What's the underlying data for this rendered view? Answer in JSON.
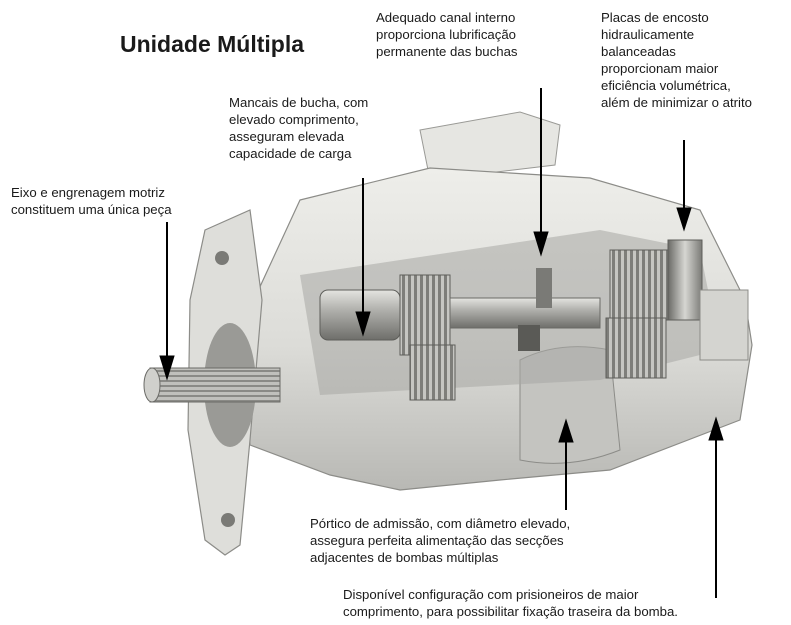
{
  "title": "Unidade Múltipla",
  "callouts": {
    "canal": {
      "lines": [
        "Adequado canal interno",
        "proporciona lubrificação",
        "permanente das buchas"
      ]
    },
    "placas": {
      "lines": [
        "Placas de encosto",
        "hidraulicamente",
        "balanceadas",
        "proporcionam maior",
        "eficiência volumétrica,",
        "além de minimizar o atrito"
      ]
    },
    "mancais": {
      "lines": [
        "Mancais de bucha, com",
        "elevado comprimento,",
        "asseguram elevada",
        "capacidade de carga"
      ]
    },
    "eixo": {
      "lines": [
        "Eixo e engrenagem motriz",
        "constituem uma única peça"
      ]
    },
    "portico": {
      "lines": [
        "Pórtico de admissão, com diâmetro elevado,",
        "assegura perfeita alimentação das secções",
        "adjacentes de bombas múltiplas"
      ]
    },
    "prisioneiros": {
      "lines": [
        "Disponível configuração com prisioneiros de maior",
        "comprimento, para possibilitar fixação traseira da bomba."
      ]
    }
  },
  "colors": {
    "housing": "#dcdcd8",
    "housing_light": "#eeeeea",
    "shadow": "#8c8c88",
    "metal": "#b4b4b0",
    "arrow": "#000000"
  }
}
